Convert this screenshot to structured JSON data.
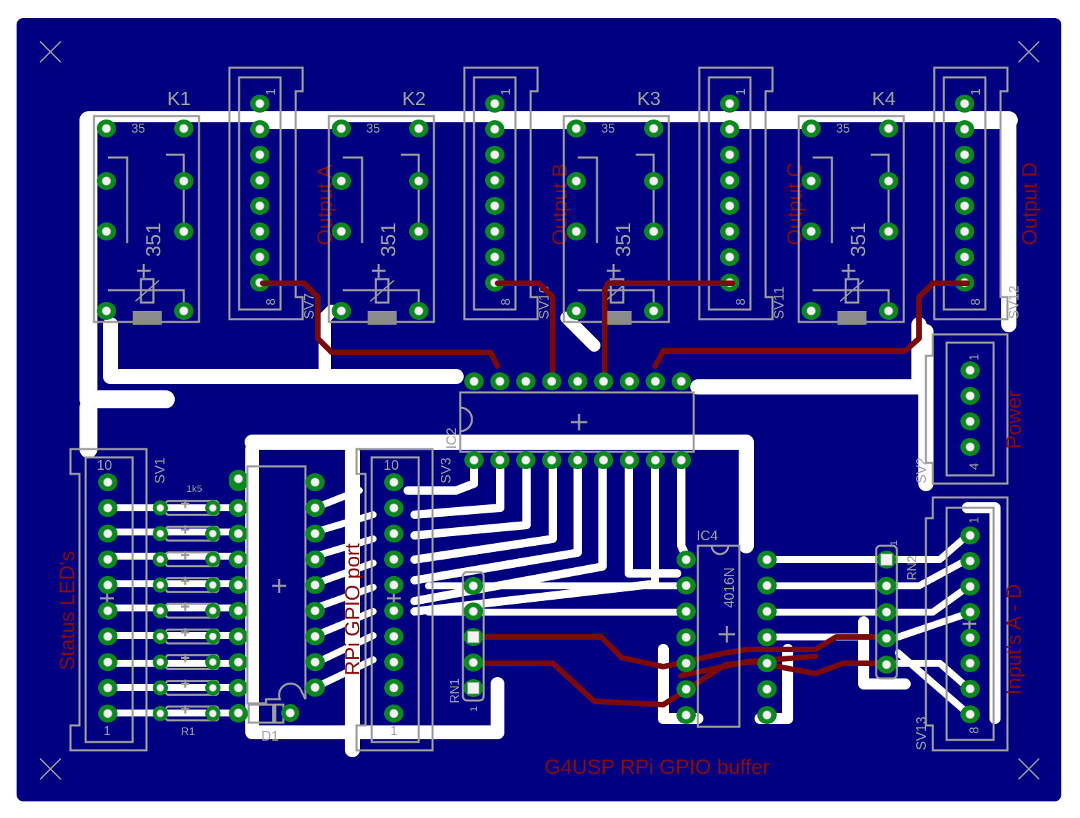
{
  "board": {
    "title": "G4USP RPi GPIO buffer",
    "colors": {
      "substrate": "#000080",
      "copper": "#ffffff",
      "trace_red": "#7d0a0a",
      "pad": "#0a8a1e",
      "silk": "#9c9c9c",
      "label": "#8b0a0a"
    }
  },
  "relays": [
    {
      "ref": "K1",
      "value": "351",
      "pin": "35"
    },
    {
      "ref": "K2",
      "value": "351",
      "pin": "35"
    },
    {
      "ref": "K3",
      "value": "351",
      "pin": "35"
    },
    {
      "ref": "K4",
      "value": "351",
      "pin": "35"
    }
  ],
  "outputs": [
    {
      "label": "Output A",
      "ref": "SV7"
    },
    {
      "label": "Output B",
      "ref": "SV10"
    },
    {
      "label": "Output C",
      "ref": "SV11"
    },
    {
      "label": "Output D",
      "ref": "SV12"
    }
  ],
  "connector_pins": {
    "first": "1",
    "last8": "8",
    "last4": "4",
    "last10": "10"
  },
  "parts": {
    "ic2": "IC2",
    "ic4": "IC4",
    "ic4_value": "4016N",
    "sv1": "SV1",
    "sv2": "SV2",
    "sv3": "SV3",
    "sv13": "SV13",
    "rn1": "RN1",
    "rn2": "RN2",
    "d1": "D1",
    "r1": "R1",
    "r_value": "1k5"
  },
  "labels": {
    "status_leds": "Status LED's",
    "gpio_port": "RPi GPIO port",
    "power": "Power",
    "inputs": "Input's A - D"
  }
}
